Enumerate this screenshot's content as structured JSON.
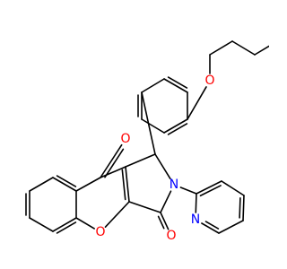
{
  "atom_labels": {
    "O_ether": "O",
    "O_ketone": "O",
    "O_pyran": "O",
    "O_lactam": "O",
    "N_lactam": "N",
    "N_pyridine": "N"
  },
  "colors": {
    "bond": "#000000",
    "oxygen": "#ff0000",
    "nitrogen": "#0000ff",
    "background": "#ffffff"
  }
}
